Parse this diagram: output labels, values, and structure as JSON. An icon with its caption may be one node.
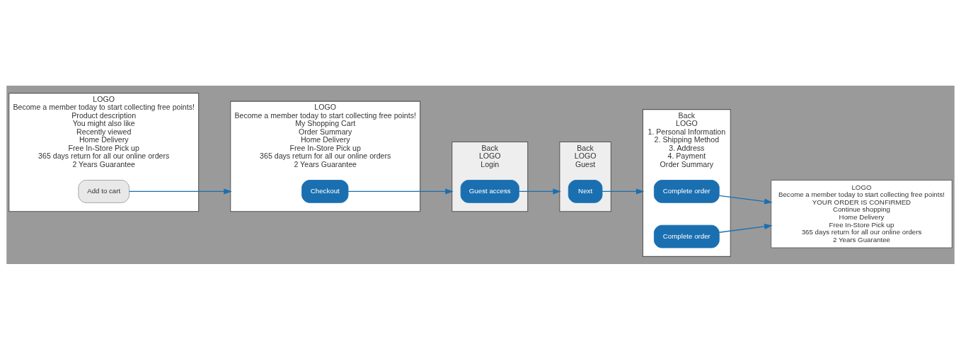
{
  "diagram": {
    "nodes": [
      {
        "text": [
          "LOGO",
          "Become a member today to start collecting free points!",
          "Product description",
          "You might also like",
          "Recently viewed",
          "Home Delivery",
          "Free In-Store Pick up",
          "365 days return for all our online orders",
          "2 Years Guarantee"
        ]
      },
      {
        "text": [
          "Add to cart"
        ],
        "in": 0
      },
      {
        "text": [
          "LOGO",
          "Become a member today to start collecting free points!",
          "My Shopping Cart",
          "Order Summary",
          "Home Delivery",
          "Free In-Store Pick up",
          "365 days return for all our online orders",
          "2 Years Guarantee"
        ]
      },
      {
        "text": [
          "Checkout"
        ],
        "in": 2
      },
      {
        "text": [
          "Back",
          "LOGO",
          "Login"
        ]
      },
      {
        "text": [
          "Guest access"
        ],
        "in": 4
      },
      {
        "text": [
          "Back",
          "LOGO",
          "Guest"
        ]
      },
      {
        "text": [
          "Next"
        ],
        "in": 6
      },
      {
        "text": [
          "Back",
          "LOGO",
          "1. Personal Information",
          "2. Shipping Method",
          "3. Address",
          "4. Payment",
          "Order Summary"
        ]
      },
      {
        "text": [
          "Complete order"
        ],
        "in": 8
      },
      {
        "text": [
          "Complete order"
        ],
        "in": 8
      },
      {
        "text": [
          "LOGO",
          "Become a member today to start collecting free points!",
          "YOUR ORDER IS CONFIRMED",
          "Continue shopping",
          "Home Delivery",
          "Free In-Store Pick up",
          "365 days return for all our online orders",
          "2 Years Guarantee"
        ]
      }
    ],
    "edges": [
      {
        "from": 1,
        "to": 2,
        "arrow": "to"
      },
      {
        "from": 3,
        "to": 4,
        "arrow": "to"
      },
      {
        "from": 5,
        "to": 6,
        "arrow": "to"
      },
      {
        "from": 7,
        "to": 8,
        "arrow": "to"
      },
      {
        "from": 9,
        "to": 11,
        "arrow": "to"
      },
      {
        "from": 10,
        "to": 11,
        "arrow": "to"
      }
    ]
  }
}
